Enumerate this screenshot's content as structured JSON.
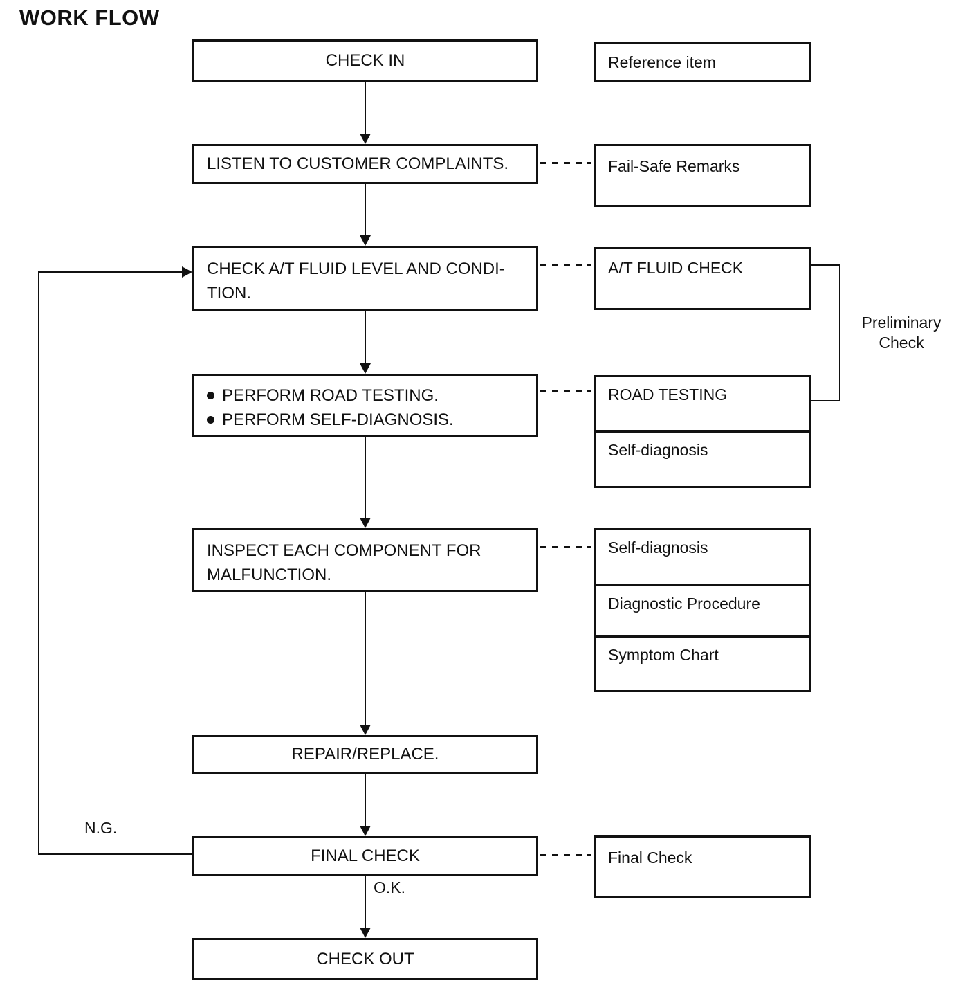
{
  "title": "WORK FLOW",
  "colors": {
    "ink": "#111111",
    "paper": "#ffffff"
  },
  "main_flow": {
    "check_in": {
      "label": "CHECK IN"
    },
    "listen": {
      "label": "LISTEN TO CUSTOMER COMPLAINTS."
    },
    "fluid_check": {
      "line1": "CHECK A/T FLUID LEVEL AND CONDI-",
      "line2": "TION."
    },
    "road_testing": {
      "bullet1": "PERFORM ROAD TESTING.",
      "bullet2": "PERFORM SELF-DIAGNOSIS."
    },
    "inspect": {
      "line1": "INSPECT EACH COMPONENT FOR",
      "line2": "MALFUNCTION."
    },
    "repair": {
      "label": "REPAIR/REPLACE."
    },
    "final_check": {
      "label": "FINAL CHECK"
    },
    "check_out": {
      "label": "CHECK OUT"
    }
  },
  "reference_column": {
    "reference_item": {
      "label": "Reference item"
    },
    "fail_safe": {
      "label": "Fail-Safe Remarks"
    },
    "fluid_check": {
      "label": "A/T FLUID CHECK"
    },
    "road_testing_group": {
      "row1": "ROAD TESTING",
      "row2": "Self-diagnosis"
    },
    "inspect_group": {
      "row1": "Self-diagnosis",
      "row2": "Diagnostic Procedure",
      "row3": "Symptom Chart"
    },
    "final_check": {
      "label": "Final Check"
    }
  },
  "annotations": {
    "preliminary_line1": "Preliminary",
    "preliminary_line2": "Check",
    "ng": "N.G.",
    "ok": "O.K."
  }
}
